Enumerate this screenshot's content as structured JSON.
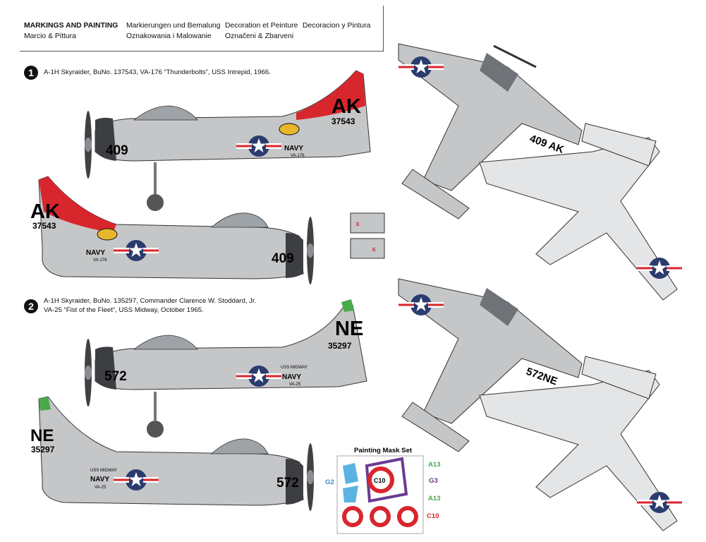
{
  "header": {
    "row1": [
      "MARKINGS AND PAINTING",
      "Markierungen und Bemalung",
      "Decoration et Peinture",
      "Decoracion y Pintura"
    ],
    "row2": [
      "Marcio & Pittura",
      "Oznakowania i Malowanie",
      "Označeni & Zbarveni"
    ]
  },
  "schemes": [
    {
      "number": "1",
      "caption": "A-1H Skyraider, BuNo. 137543, VA-176 “Thunderbolts”, USS Intrepid, 1966."
    },
    {
      "number": "2",
      "caption": "A-1H Skyraider, BuNo. 135297, Commander Clarence W. Stoddard, Jr.",
      "caption2": "VA-25 “Fist of the Fleet”, USS Midway, October 1965."
    }
  ],
  "aircraft_markings": {
    "s1_tail": "AK",
    "s1_serial": "37543",
    "s1_nose": "409",
    "s1_navy": "NAVY",
    "s1_squadron": "VA-176",
    "s1_wing": "409 AK",
    "s2_tail": "NE",
    "s2_serial": "35297",
    "s2_nose": "572",
    "s2_navy": "NAVY",
    "s2_squadron": "VA-25",
    "s2_ship": "USS MIDWAY",
    "s2_wing": "572NE"
  },
  "mask_set": {
    "title": "Painting Mask Set",
    "codes": [
      "A13",
      "G3",
      "A13",
      "C10",
      "G2"
    ],
    "center_label": "C10"
  },
  "colors": {
    "light_gray": "#c4c6c8",
    "dark_gray": "#6f7377",
    "red": "#d8262d",
    "navy_blue": "#2a3b6e",
    "green": "#49a94b",
    "purple": "#6a3b92",
    "mask_blue": "#5ab3e1",
    "yellow": "#e7b62d"
  }
}
